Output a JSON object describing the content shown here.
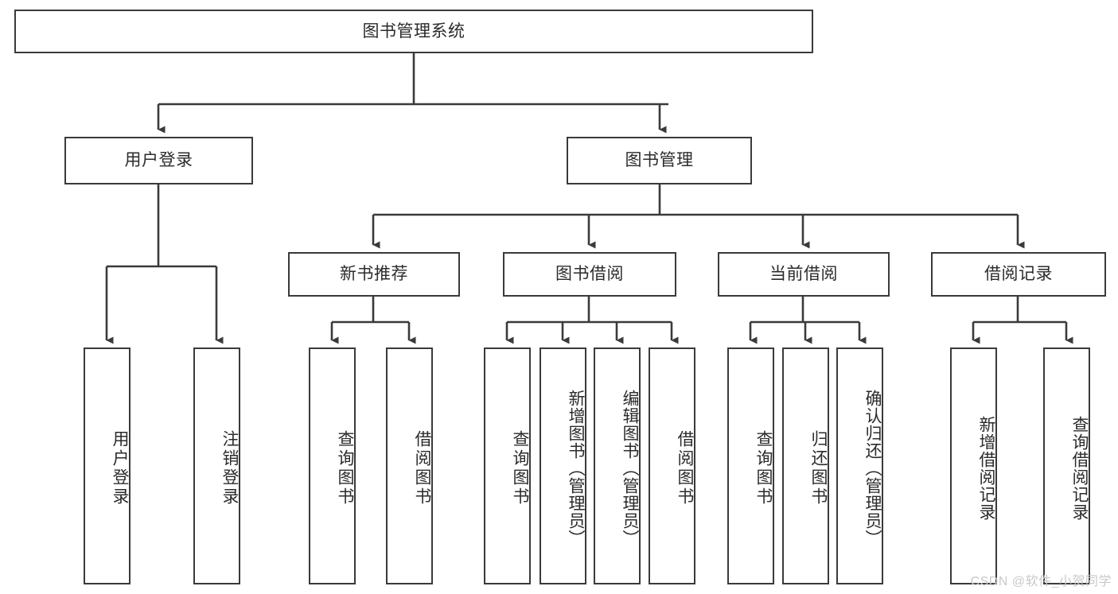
{
  "diagram": {
    "type": "tree-hierarchy-chart",
    "title_node": {
      "label": "图书管理系统"
    },
    "level2": [
      {
        "id": "user-login",
        "label": "用户登录"
      },
      {
        "id": "book-manage",
        "label": "图书管理"
      }
    ],
    "level3": [
      {
        "id": "new-book-recommend",
        "label": "新书推荐"
      },
      {
        "id": "book-borrow",
        "label": "图书借阅"
      },
      {
        "id": "current-borrow",
        "label": "当前借阅"
      },
      {
        "id": "borrow-record",
        "label": "借阅记录"
      }
    ],
    "leaves": [
      {
        "id": "leaf-user-login",
        "label": "用户登录",
        "parent": "user-login"
      },
      {
        "id": "leaf-logout-login",
        "label": "注销登录",
        "parent": "user-login"
      },
      {
        "id": "leaf-query-book-1",
        "label": "查询图书",
        "parent": "new-book-recommend"
      },
      {
        "id": "leaf-borrow-book-1",
        "label": "借阅图书",
        "parent": "new-book-recommend"
      },
      {
        "id": "leaf-query-book-2",
        "label": "查询图书",
        "parent": "book-borrow"
      },
      {
        "id": "leaf-add-book",
        "label": "新增图书（管理员）",
        "parent": "book-borrow"
      },
      {
        "id": "leaf-edit-book",
        "label": "编辑图书（管理员）",
        "parent": "book-borrow"
      },
      {
        "id": "leaf-borrow-book-2",
        "label": "借阅图书",
        "parent": "book-borrow"
      },
      {
        "id": "leaf-query-book-3",
        "label": "查询图书",
        "parent": "current-borrow"
      },
      {
        "id": "leaf-return-book",
        "label": "归还图书",
        "parent": "current-borrow"
      },
      {
        "id": "leaf-confirm-return",
        "label": "确认归还（管理员）",
        "parent": "current-borrow"
      },
      {
        "id": "leaf-add-record",
        "label": "新增借阅记录",
        "parent": "borrow-record"
      },
      {
        "id": "leaf-query-record",
        "label": "查询借阅记录",
        "parent": "borrow-record"
      }
    ],
    "watermark": "CSDN @软件_小贺同学",
    "colors": {
      "stroke": "#3a3a3a",
      "text": "#2b2b2b",
      "background": "#ffffff",
      "watermark": "#c9c9c9"
    }
  }
}
